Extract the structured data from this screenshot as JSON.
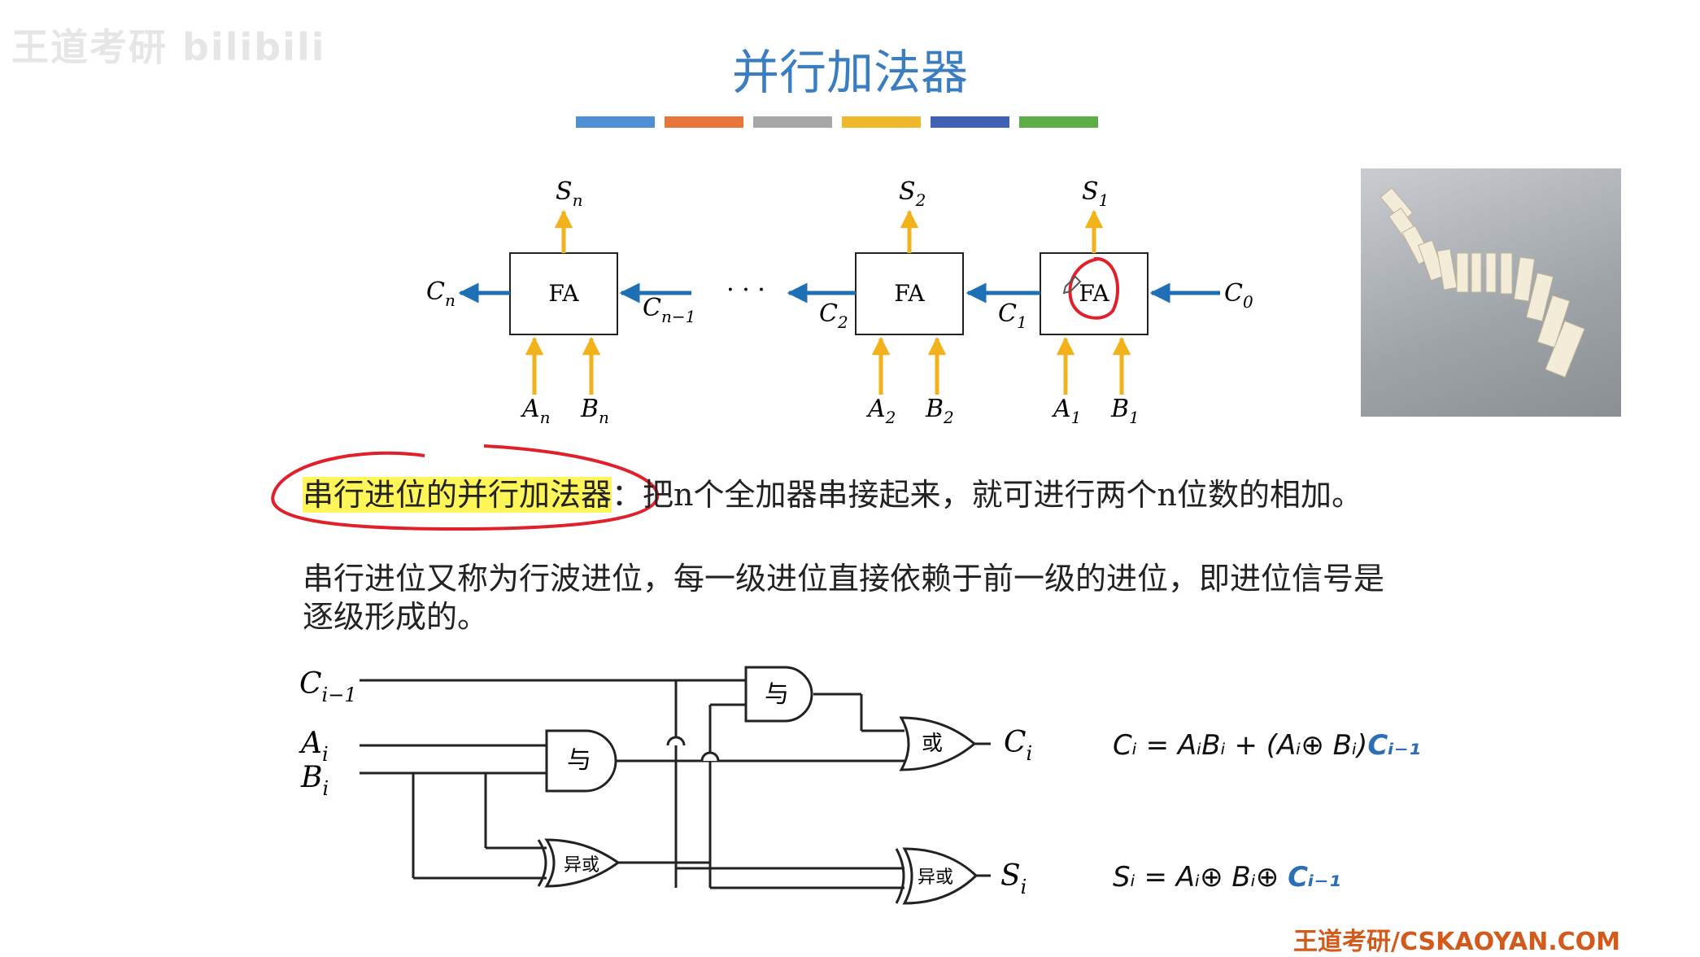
{
  "watermark": "王道考研 bilibili",
  "title": "并行加法器",
  "color_bar": [
    "#4f8fd6",
    "#e8763a",
    "#a7a7a7",
    "#f0b92b",
    "#3f62b6",
    "#5cad45"
  ],
  "adder_chain": {
    "blocks": [
      {
        "label": "FA",
        "sum": "S",
        "sum_sub": "n",
        "in_a": "A",
        "in_a_sub": "n",
        "in_b": "B",
        "in_b_sub": "n"
      },
      {
        "label": "FA",
        "sum": "S",
        "sum_sub": "2",
        "in_a": "A",
        "in_a_sub": "2",
        "in_b": "B",
        "in_b_sub": "2"
      },
      {
        "label": "FA",
        "sum": "S",
        "sum_sub": "1",
        "in_a": "A",
        "in_a_sub": "1",
        "in_b": "B",
        "in_b_sub": "1"
      }
    ],
    "carries": {
      "c_n": "C",
      "c_n_sub": "n",
      "c_n1": "C",
      "c_n1_sub": "n−1",
      "c_2": "C",
      "c_2_sub": "2",
      "c_1": "C",
      "c_1_sub": "1",
      "c_0": "C",
      "c_0_sub": "0"
    },
    "ellipsis": "· · ·"
  },
  "paragraph1": {
    "highlight": "串行进位的并行加法器",
    "colon": "：",
    "rest": "把n个全加器串接起来，就可进行两个n位数的相加。"
  },
  "paragraph2": "串行进位又称为行波进位，每一级进位直接依赖于前一级的进位，即进位信号是逐级形成的。",
  "circuit": {
    "input_c": "C",
    "input_c_sub": "i−1",
    "input_a": "A",
    "input_a_sub": "i",
    "input_b": "B",
    "input_b_sub": "i",
    "gate_and": "与",
    "gate_or": "或",
    "gate_xor": "异或",
    "output_c": "C",
    "output_c_sub": "i",
    "output_s": "S",
    "output_s_sub": "i"
  },
  "formulas": {
    "carry": {
      "main": "Cᵢ = AᵢBᵢ + (Aᵢ⊕ Bᵢ)",
      "tail": "Cᵢ₋₁"
    },
    "sum": {
      "main": "Sᵢ = Aᵢ⊕ Bᵢ⊕ ",
      "tail": "Cᵢ₋₁"
    }
  },
  "footer": "王道考研/CSKAOYAN.COM",
  "colors": {
    "title": "#3b7dc1",
    "arrow_blue": "#1f6fb5",
    "arrow_yellow": "#f2b21c",
    "annotation_red": "#e0202a"
  }
}
